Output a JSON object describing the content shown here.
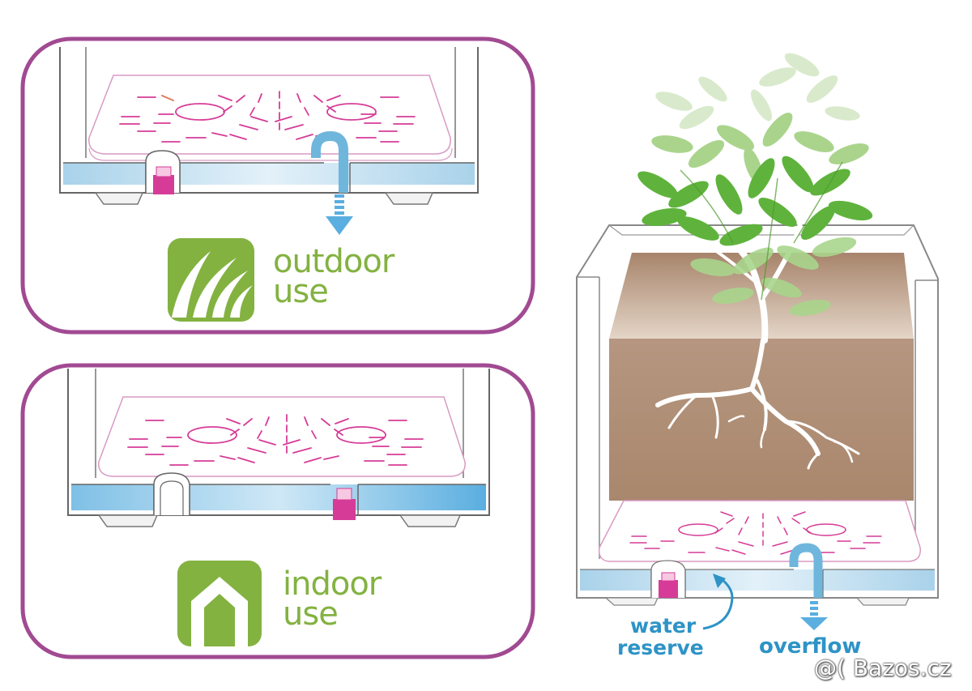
{
  "labels": {
    "outdoor_line1": "outdoor",
    "outdoor_line2": "use",
    "indoor_line1": "indoor",
    "indoor_line2": "use",
    "water_line1": "water",
    "water_line2": "reserve",
    "overflow": "overflow",
    "watermark": "@( Bazos.cz"
  },
  "colors": {
    "frame": "#a14a92",
    "pink": "#d63c97",
    "water": "#9fcce6",
    "water_dark": "#5aaee0",
    "green": "#83b241",
    "blue_text": "#2e93c6",
    "soil": "#a8856b",
    "soil_light": "#d7c3b1",
    "leaf": "#5fb33c"
  },
  "icons": {
    "outdoor": "grass-icon",
    "indoor": "house-icon",
    "drain": "arrow-down-icon"
  }
}
